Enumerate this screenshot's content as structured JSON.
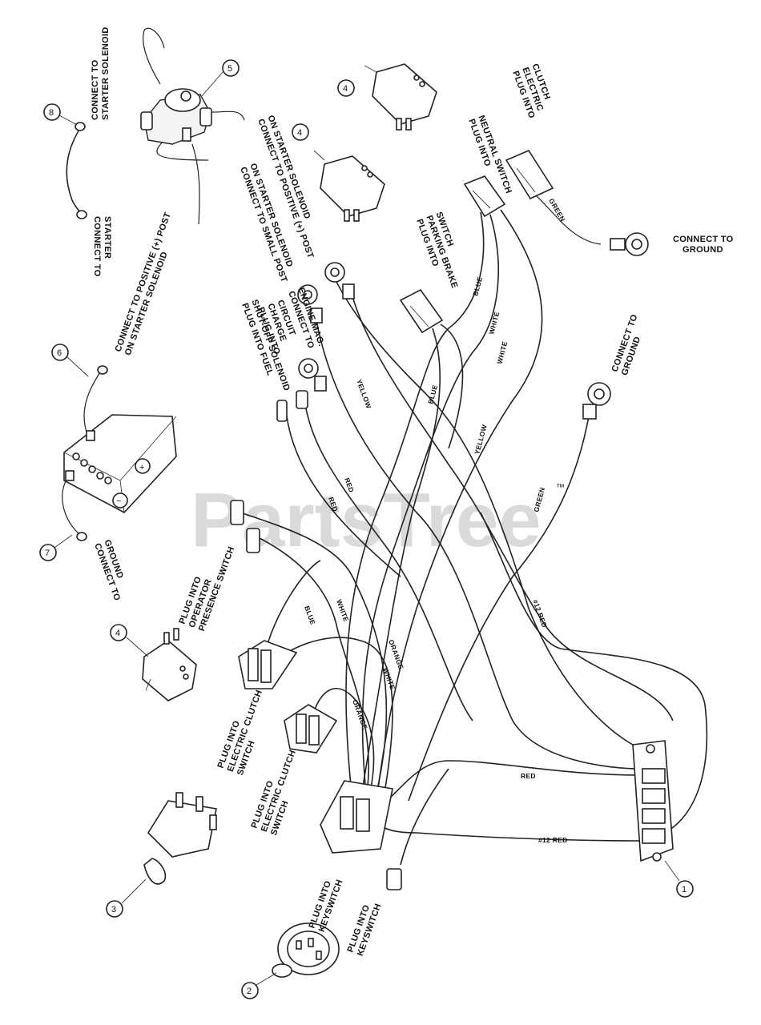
{
  "watermark": "PartsTree",
  "watermark_tm": "™",
  "callouts": {
    "c1": "1",
    "c2": "2",
    "c3": "3",
    "c4a": "4",
    "c4b": "4",
    "c4c": "4",
    "c5": "5",
    "c6": "6",
    "c7": "7",
    "c8": "8"
  },
  "labels": {
    "connect_starter_solenoid": [
      "CONNECT TO",
      "STARTER SOLENOID"
    ],
    "connect_starter": [
      "CONNECT TO",
      "STARTER"
    ],
    "connect_positive_post_top": [
      "CONNECT TO POSITIVE (+) POST",
      "ON STARTER SOLENOID"
    ],
    "connect_small_post": [
      "CONNECT TO SMALL POST",
      "ON STARTER SOLENOID"
    ],
    "connect_positive_post_battery": [
      "CONNECT TO POSITIVE (+) POST",
      "ON STARTER SOLENOID"
    ],
    "plug_parking_brake": [
      "PLUG INTO",
      "PARKING BRAKE",
      "SWITCH"
    ],
    "plug_neutral_switch": [
      "PLUG INTO",
      "NEUTRAL SWITCH"
    ],
    "plug_electric_clutch_top": [
      "PLUG INTO",
      "ELECTRIC",
      "CLUTCH"
    ],
    "connect_ground_right": [
      "CONNECT TO",
      "GROUND"
    ],
    "connect_engine_mag": [
      "CONNECT TO",
      "ENGINE MAG."
    ],
    "plug_charge_circuit": [
      "PLUG INTO",
      "CHARGE",
      "CIRCUIT"
    ],
    "plug_fuel_shutoff": [
      "PLUG INTO FUEL",
      "SHUT-OFF SOLENOID"
    ],
    "connect_ground_mid": [
      "CONNECT TO",
      "GROUND"
    ],
    "connect_ground_battery": [
      "CONNECT TO",
      "GROUND"
    ],
    "plug_operator_presence": [
      "PLUG INTO",
      "OPERATOR",
      "PRESENCE SWITCH"
    ],
    "plug_electric_clutch_switch_a": [
      "PLUG INTO",
      "ELECTRIC CLUTCH",
      "SWITCH"
    ],
    "plug_electric_clutch_switch_b": [
      "PLUG INTO",
      "ELECTRIC CLUTCH",
      "SWITCH"
    ],
    "plug_keyswitch_a": [
      "PLUG INTO",
      "KEYSWITCH"
    ],
    "plug_keyswitch_b": [
      "PLUG INTO",
      "KEYSWITCH"
    ]
  },
  "wire_labels": {
    "blue_top": "BLUE",
    "white_top": "WHITE",
    "white_mid": "WHITE",
    "green_top": "GREEN",
    "yellow_a": "YELLOW",
    "blue_mid": "BLUE",
    "yellow_b": "YELLOW",
    "red_a": "RED",
    "red_b": "RED",
    "green_mid": "GREEN",
    "red12_a": "#12 RED",
    "blue_low": "BLUE",
    "white_low": "WHITE",
    "orange_a": "ORANGE",
    "white_lower": "WHITE",
    "orange_b": "ORANGE",
    "red_reg": "RED",
    "red12_reg": "#12 RED"
  },
  "battery_symbols": {
    "plus": "+",
    "minus": "−"
  }
}
